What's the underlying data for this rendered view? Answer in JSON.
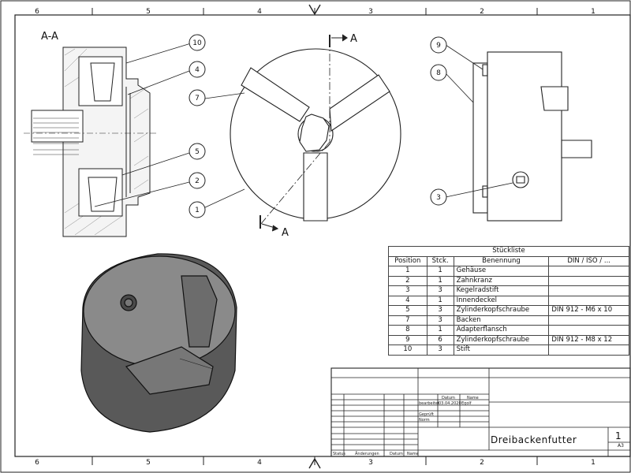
{
  "drawing": {
    "section_label": "A-A",
    "cut_label_top": "A",
    "cut_label_bottom": "A",
    "callouts": {
      "c10": "10",
      "c4": "4",
      "c7": "7",
      "c5": "5",
      "c2": "2",
      "c1": "1",
      "c9": "9",
      "c8": "8",
      "c3": "3"
    },
    "frame_columns": [
      "6",
      "5",
      "4",
      "3",
      "2",
      "1"
    ]
  },
  "bom": {
    "title": "Stückliste",
    "headers": [
      "Position",
      "Stck.",
      "Benennung",
      "DIN / ISO / ..."
    ],
    "rows": [
      [
        "1",
        "1",
        "Gehäuse",
        ""
      ],
      [
        "2",
        "1",
        "Zahnkranz",
        ""
      ],
      [
        "3",
        "3",
        "Kegelradstift",
        ""
      ],
      [
        "4",
        "1",
        "Innendeckel",
        ""
      ],
      [
        "5",
        "3",
        "Zylinderkopfschraube",
        "DIN 912 - M6 x 10"
      ],
      [
        "7",
        "3",
        "Backen",
        ""
      ],
      [
        "8",
        "1",
        "Adapterflansch",
        ""
      ],
      [
        "9",
        "6",
        "Zylinderkopfschraube",
        "DIN 912 - M8 x 12"
      ],
      [
        "10",
        "3",
        "Stift",
        ""
      ]
    ]
  },
  "title_block": {
    "datum_label": "Datum",
    "name_label": "Name",
    "bearbeitet_label": "bearbeitet",
    "geprueft_label": "Geprüft",
    "norm_label": "Norm",
    "date": "03.04.2020",
    "name": "Egolf",
    "drawing_title": "Dreibackenfutter",
    "sheet_number": "1",
    "sheet_size": "A3",
    "rev_labels": [
      "Status",
      "Änderungen",
      "Datum",
      "Name"
    ]
  }
}
